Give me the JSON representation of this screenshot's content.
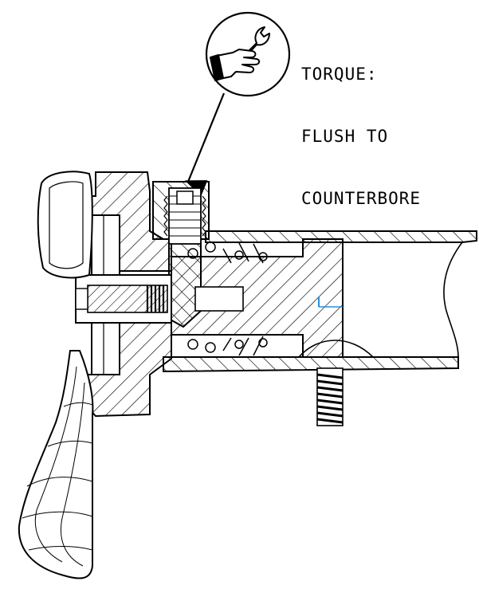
{
  "annotation": {
    "icon": "hand-wrench-icon",
    "lines": [
      "TORQUE:",
      "FLUSH TO",
      "COUNTERBORE"
    ]
  },
  "colors": {
    "line": "#000000",
    "background": "#ffffff",
    "accent": "#2a8fd8"
  }
}
